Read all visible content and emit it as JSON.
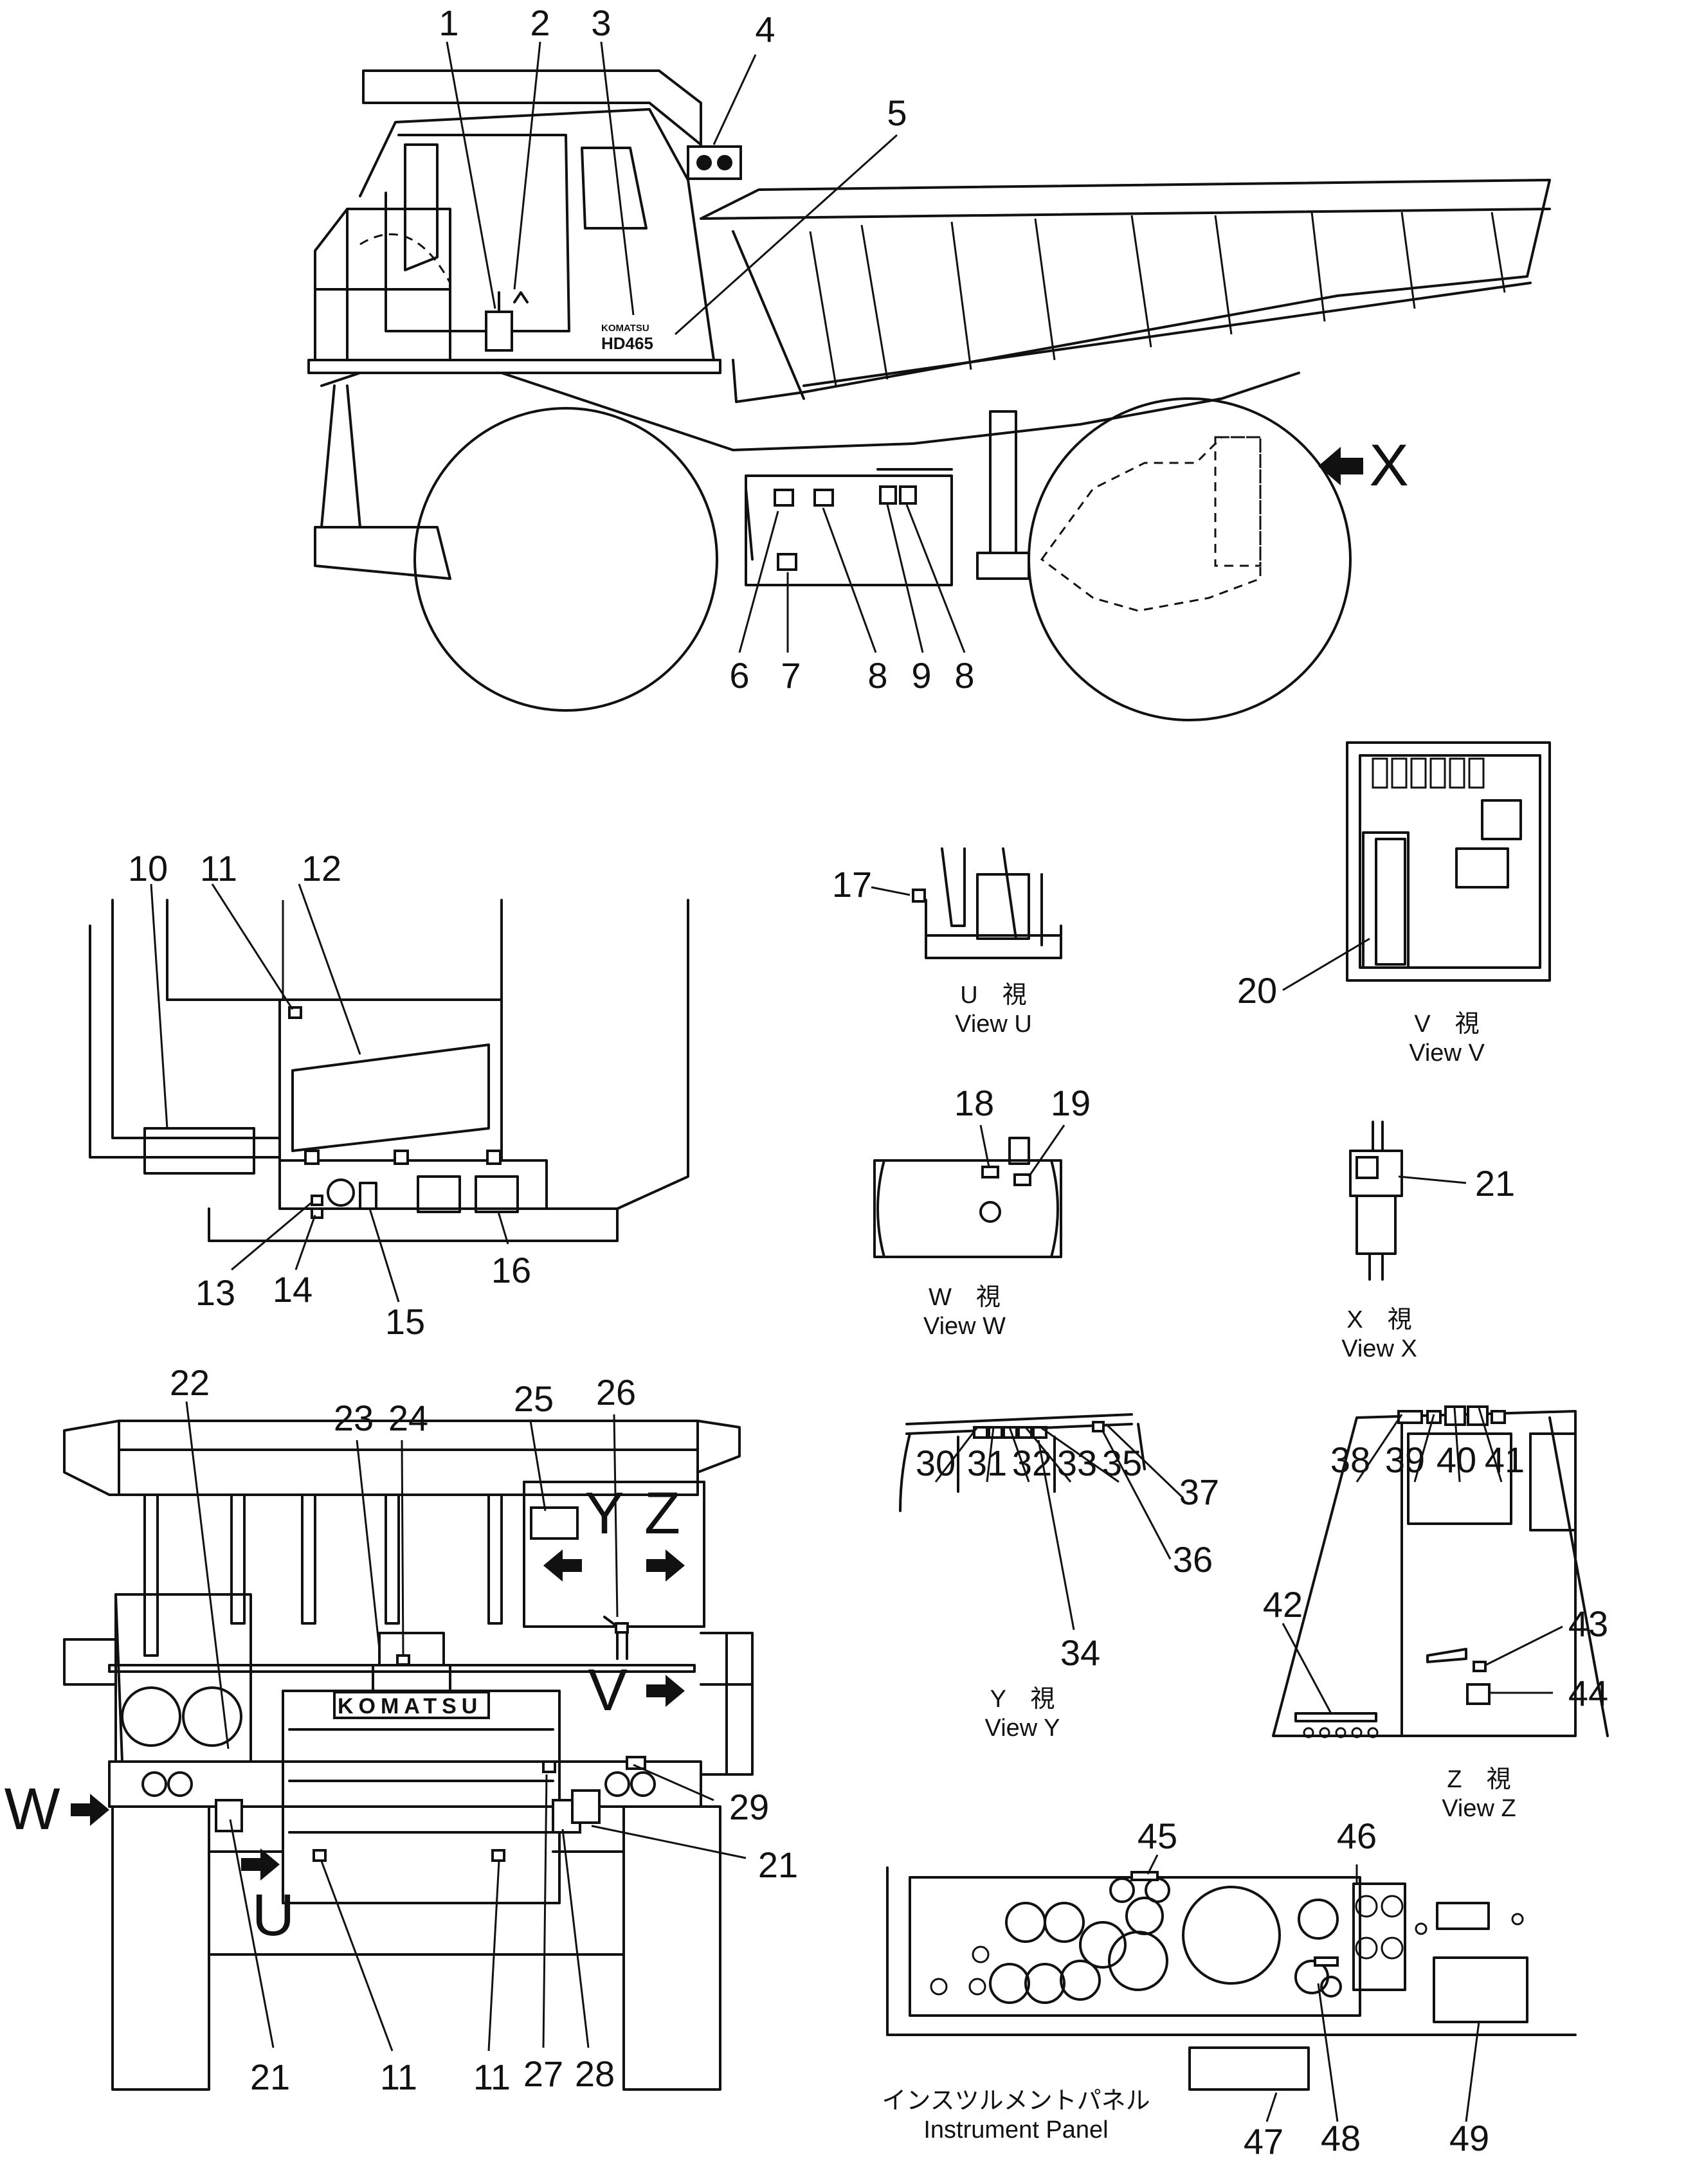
{
  "diagram": {
    "callouts": [
      "1",
      "2",
      "3",
      "4",
      "5",
      "6",
      "7",
      "8",
      "9",
      "8",
      "10",
      "11",
      "12",
      "13",
      "14",
      "15",
      "16",
      "17",
      "18",
      "19",
      "20",
      "21",
      "22",
      "23",
      "24",
      "25",
      "26",
      "21",
      "27",
      "28",
      "29",
      "21",
      "11",
      "11",
      "30",
      "31",
      "32",
      "33",
      "35",
      "37",
      "36",
      "34",
      "38",
      "39",
      "40",
      "41",
      "42",
      "43",
      "44",
      "45",
      "46",
      "47",
      "48",
      "49"
    ],
    "direction_labels": {
      "x": "X",
      "w": "W",
      "u": "U",
      "v": "V",
      "y": "Y",
      "z": "Z"
    },
    "truck_markings": {
      "brand_small": "KOMATSU",
      "model": "HD465",
      "brand_front": "KOMATSU"
    },
    "captions": {
      "view_u_jp": "U　視",
      "view_u_en": "View  U",
      "view_v_jp": "V　視",
      "view_v_en": "View  V",
      "view_w_jp": "W　視",
      "view_w_en": "View  W",
      "view_x_jp": "X　視",
      "view_x_en": "View  X",
      "view_y_jp": "Y　視",
      "view_y_en": "View  Y",
      "view_z_jp": "Z　視",
      "view_z_en": "View  Z",
      "panel_jp": "インスツルメントパネル",
      "panel_en": "Instrument Panel"
    }
  }
}
